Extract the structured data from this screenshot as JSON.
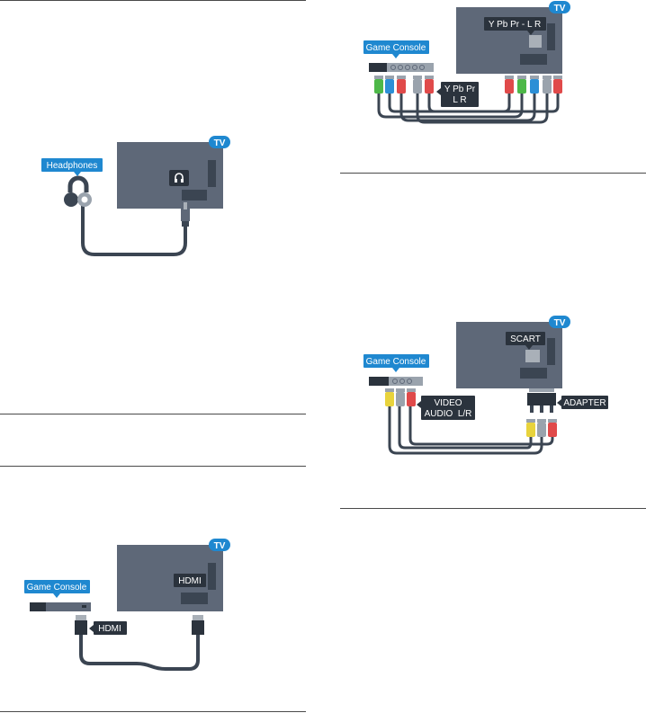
{
  "colors": {
    "tv": "#5e6878",
    "tv_dark": "#3b4552",
    "panel": "#a9b0b8",
    "accent": "#1f88d0",
    "cable": "#3b4552",
    "plug_gray": "#9aa3ad",
    "plug_green": "#4db848",
    "plug_blue": "#2c8fd6",
    "plug_red": "#e04a4a",
    "plug_yellow": "#e8d33c"
  },
  "headphones": {
    "tv_badge": "TV",
    "device_label": "Headphones",
    "icon": "headphone-jack-icon"
  },
  "hdmi": {
    "tv_badge": "TV",
    "device_label": "Game Console",
    "tv_port_label": "HDMI",
    "cable_label": "HDMI"
  },
  "component": {
    "tv_badge": "TV",
    "device_label": "Game Console",
    "tv_port_label": "Y Pb Pr - L R",
    "cable_label_line1": "Y Pb Pr",
    "cable_label_line2": "L R"
  },
  "scart": {
    "tv_badge": "TV",
    "device_label": "Game Console",
    "tv_port_label": "SCART",
    "cable_label_line1": "VIDEO",
    "cable_label_line2": "AUDIO  L/R",
    "adapter_label": "ADAPTER"
  }
}
